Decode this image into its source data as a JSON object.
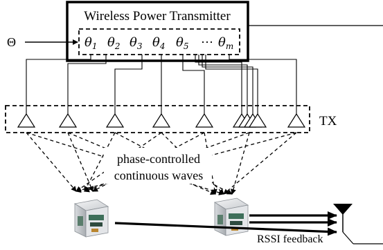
{
  "transmitter": {
    "title": "Wireless Power Transmitter",
    "input_symbol": "Θ",
    "phase_labels": [
      "θ",
      "θ",
      "θ",
      "θ",
      "θ",
      "⋯",
      "θ"
    ],
    "phase_subscripts": [
      "1",
      "2",
      "3",
      "4",
      "5",
      "",
      "m"
    ]
  },
  "tx_label": "TX",
  "wave_label": {
    "line1": "phase-controlled",
    "line2": "continuous waves"
  },
  "feedback_label": "RSSI feedback",
  "icons": {
    "antenna": "antenna-icon",
    "receiver": "sensor-node-icon",
    "rx_antenna": "receive-antenna-icon"
  }
}
